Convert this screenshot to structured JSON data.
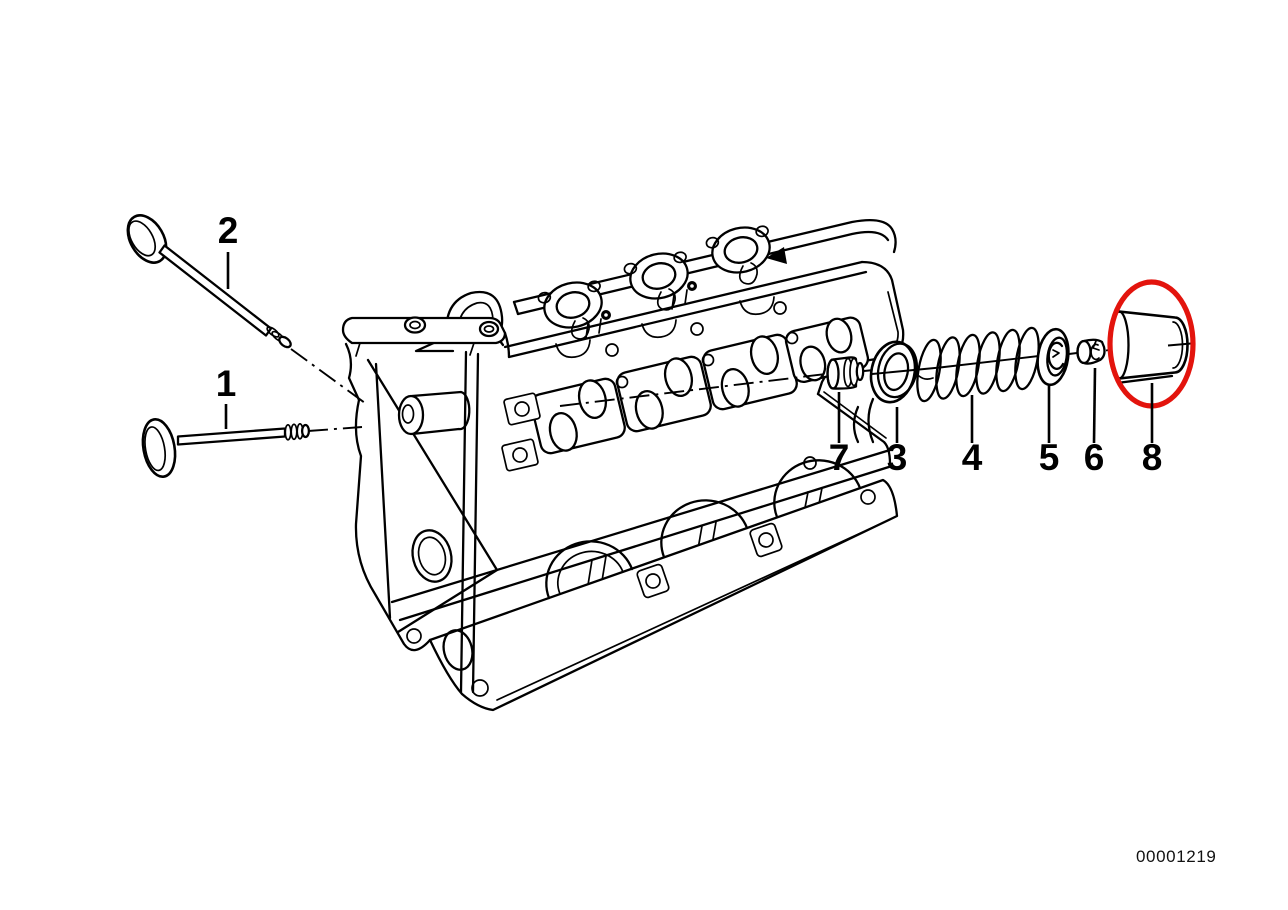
{
  "diagram": {
    "background_color": "#ffffff",
    "line_color": "#000000",
    "highlight_color": "#e3140d",
    "doc_number": "00001219",
    "callouts": [
      {
        "label": "1"
      },
      {
        "label": "2"
      },
      {
        "label": "3"
      },
      {
        "label": "4"
      },
      {
        "label": "5"
      },
      {
        "label": "6"
      },
      {
        "label": "7"
      },
      {
        "label": "8"
      }
    ]
  }
}
